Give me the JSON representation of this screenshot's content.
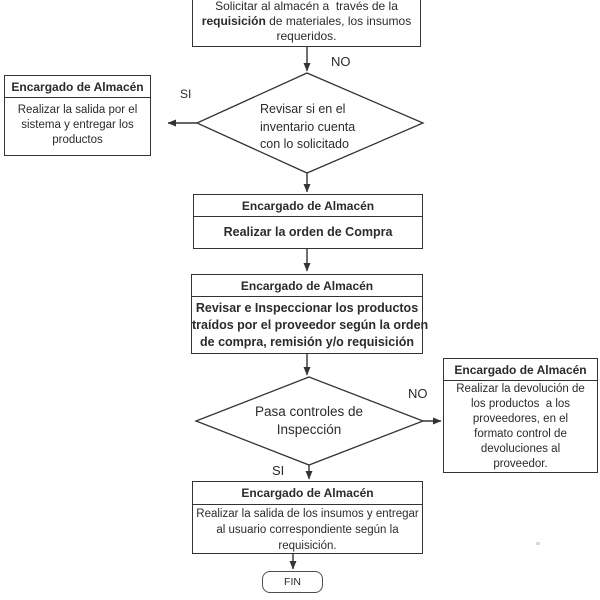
{
  "colors": {
    "line": "#333333",
    "text": "#2b2b2b",
    "background": "#ffffff"
  },
  "diagram": {
    "start_box": {
      "line1": "Solicitar al almacén a  través de la",
      "line2_bold": "requisición",
      "line2_rest": " de materiales, los insumos",
      "line3": "requeridos."
    },
    "decision1": {
      "lines": [
        "Revisar si en el",
        "inventario cuenta",
        "con lo solicitado"
      ]
    },
    "left_box": {
      "header": "Encargado de Almacén",
      "lines": [
        "Realizar la salida por el",
        "sistema y entregar los",
        "productos"
      ]
    },
    "order_box": {
      "header": "Encargado de Almacén",
      "line": "Realizar la orden de Compra"
    },
    "inspect_box": {
      "header": "Encargado de Almacén",
      "lines": [
        "Revisar e Inspeccionar los productos",
        "traídos por el proveedor según la orden",
        "de compra, remisión y/o requisición"
      ]
    },
    "decision2": {
      "lines": [
        "Pasa controles de",
        "Inspección"
      ]
    },
    "return_box": {
      "header": "Encargado de Almacén",
      "lines": [
        "Realizar la devolución de",
        "los productos  a los",
        "proveedores, en el",
        "formato control de",
        "devoluciones al",
        "proveedor."
      ]
    },
    "exit_box": {
      "header": "Encargado de Almacén",
      "lines": [
        "Realizar la salida de los insumos y entregar",
        "al usuario correspondiente según la",
        "requisición."
      ]
    },
    "terminator": {
      "label": "FIN"
    },
    "edge_labels": {
      "no_top": "NO",
      "si_left": "SI",
      "no_right": "NO",
      "si_bottom": "SI"
    }
  }
}
